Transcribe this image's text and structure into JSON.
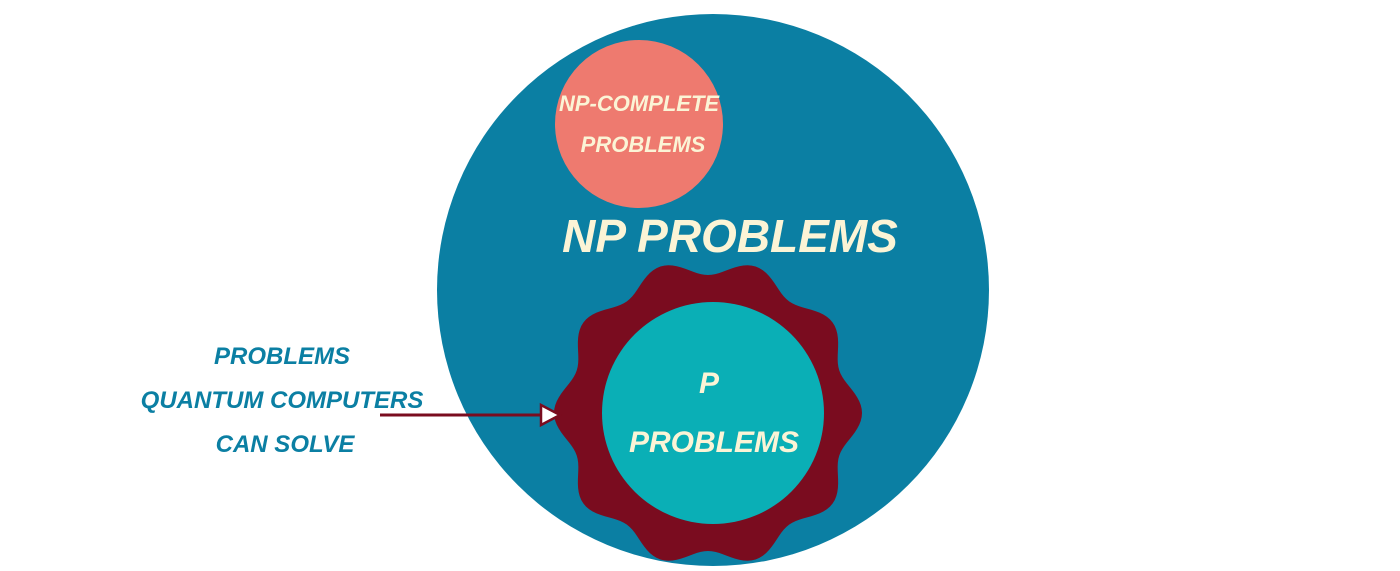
{
  "labels": {
    "np": "NP PROBLEMS",
    "np_complete_line1": "NP-COMPLETE",
    "np_complete_line2": "PROBLEMS",
    "p_line1": "P",
    "p_line2": "PROBLEMS",
    "quantum_line1": "PROBLEMS",
    "quantum_line2": "QUANTUM COMPUTERS",
    "quantum_line3": "CAN SOLVE"
  },
  "colors": {
    "np_region": "#0b7fa3",
    "np_complete_region": "#ee7a6f",
    "quantum_region": "#7a0c1f",
    "p_region": "#0aafb6",
    "label_light": "#fbf4d6",
    "label_dark": "#0b7fa3",
    "arrow": "#7a0c1f"
  }
}
